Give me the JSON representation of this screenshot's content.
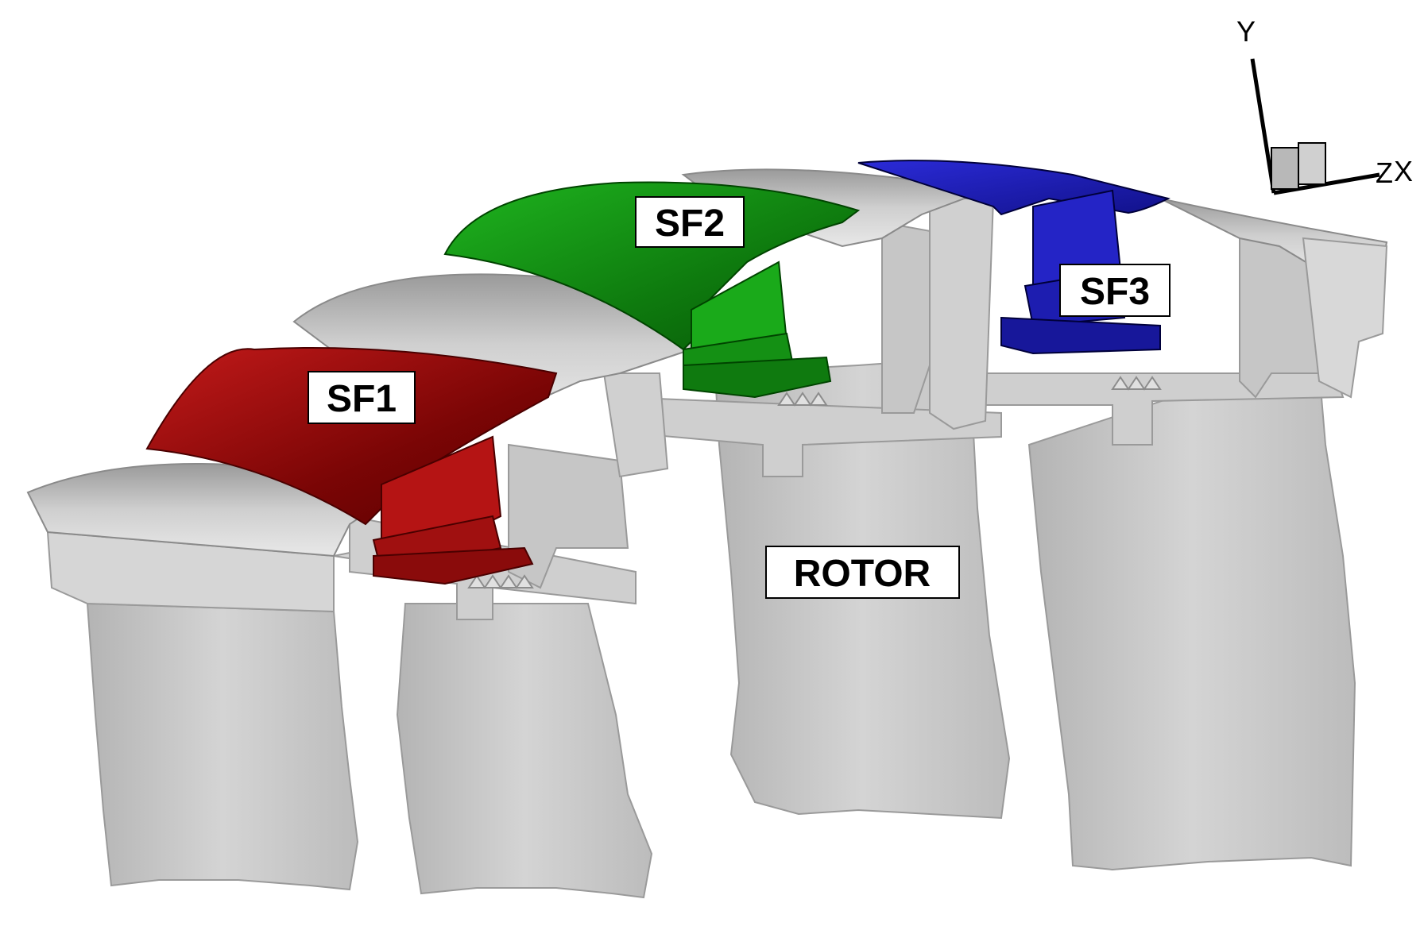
{
  "labels": {
    "sf1": "SF1",
    "sf2": "SF2",
    "sf3": "SF3",
    "rotor": "ROTOR"
  },
  "axes": {
    "y": "Y",
    "z": "Z",
    "x": "X"
  },
  "colors": {
    "background": "#ffffff",
    "rotor": "#c8c8c8",
    "sf1": "#a40d0d",
    "sf2": "#12a312",
    "sf3": "#1c1cc4"
  }
}
